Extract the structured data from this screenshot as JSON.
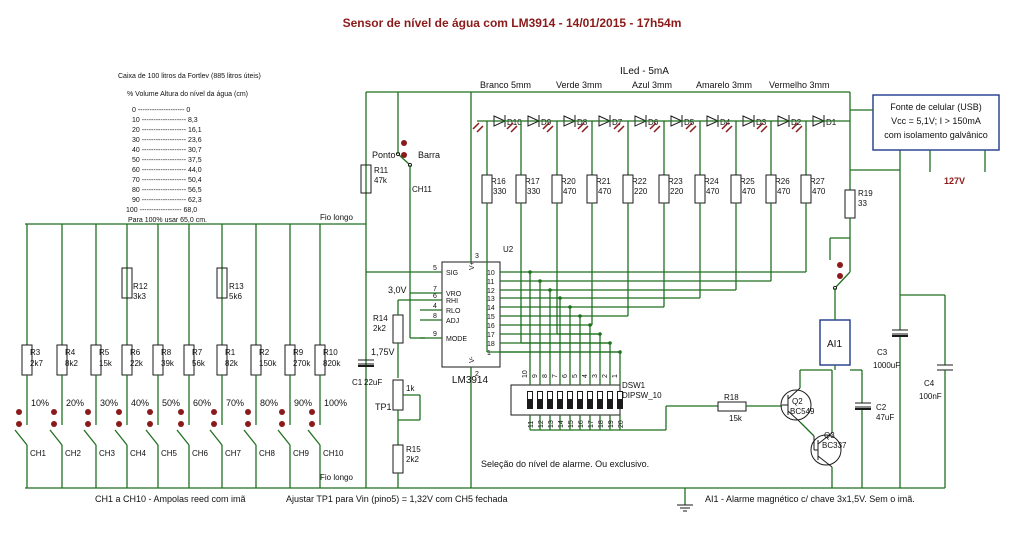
{
  "title": "Sensor de nível de água com LM3914 - 14/01/2015 - 17h54m",
  "tank": {
    "caption": "Caixa de 100 litros da Fortlev (885 litros úteis)",
    "header": "% Volume     Altura do nível da água (cm)",
    "rows": [
      "0 -------------------- 0",
      "10 ------------------- 8,3",
      "20 ------------------- 16,1",
      "30 ------------------- 23,6",
      "40 ------------------- 30,7",
      "50 ------------------- 37,5",
      "60 ------------------- 44,0",
      "70 ------------------- 50,4",
      "80 ------------------- 56,5",
      "90 ------------------- 62,3",
      "100 ------------------ 68,0"
    ],
    "note": "Para 100% usar 65,0 cm."
  },
  "labels": {
    "iled": "ILed - 5mA",
    "branco": "Branco 5mm",
    "verde": "Verde 3mm",
    "azul": "Azul 3mm",
    "amarelo": "Amarelo 3mm",
    "vermelho": "Vermelho 3mm",
    "ponto": "Ponto",
    "barra": "Barra",
    "ch11": "CH11",
    "fio_longo_top": "Fio longo",
    "fio_longo_bottom": "Fio longo",
    "v30": "3,0V",
    "v175": "1,75V",
    "tp1": "TP1",
    "alarm_select": "Seleção do nível de alarme. Ou exclusivo.",
    "ch_note": "CH1 a CH10 - Ampolas reed com imã",
    "tp_note": "Ajustar TP1 para Vin (pino5) = 1,32V com CH5 fechada",
    "ai_note": "AI1 - Alarme magnético c/ chave 3x1,5V. Sem o imã.",
    "supply_l1": "Fonte de celular (USB)",
    "supply_l2": "Vcc = 5,1V; I > 150mA",
    "supply_l3": "com isolamento galvânico",
    "v127": "127V",
    "ai1": "AI1"
  },
  "ic": {
    "name": "LM3914",
    "ref": "U2",
    "pins_left": [
      {
        "num": "5",
        "name": "SIG"
      },
      {
        "num": "7",
        "name": "VRO"
      },
      {
        "num": "6",
        "name": "RHI"
      },
      {
        "num": "4",
        "name": "RLO"
      },
      {
        "num": "8",
        "name": "ADJ"
      },
      {
        "num": "9",
        "name": "MODE"
      }
    ],
    "pins_right": [
      "10",
      "11",
      "12",
      "13",
      "14",
      "15",
      "16",
      "17",
      "18",
      "1"
    ],
    "pin_vp": "V+",
    "pin_vm": "V-",
    "pin3": "3",
    "pin2": "2",
    "ext_pins": [
      "10",
      "9",
      "8",
      "7",
      "6",
      "5",
      "4",
      "3",
      "2",
      "1"
    ]
  },
  "dipsw": {
    "ref": "DSW1",
    "type": "DIPSW_10",
    "top": [
      "10",
      "9",
      "8",
      "7",
      "6",
      "5",
      "4",
      "3",
      "2",
      "1"
    ],
    "bottom": [
      "11",
      "12",
      "13",
      "14",
      "15",
      "16",
      "17",
      "18",
      "19",
      "20"
    ]
  },
  "leds": [
    "D10",
    "D9",
    "D8",
    "D7",
    "D6",
    "D5",
    "D4",
    "D3",
    "D2",
    "D1"
  ],
  "led_resistors": [
    {
      "ref": "R16",
      "value": "330"
    },
    {
      "ref": "R17",
      "value": "330"
    },
    {
      "ref": "R20",
      "value": "470"
    },
    {
      "ref": "R21",
      "value": "470"
    },
    {
      "ref": "R22",
      "value": "220"
    },
    {
      "ref": "R23",
      "value": "220"
    },
    {
      "ref": "R24",
      "value": "470"
    },
    {
      "ref": "R25",
      "value": "470"
    },
    {
      "ref": "R26",
      "value": "470"
    },
    {
      "ref": "R27",
      "value": "470"
    }
  ],
  "ladder": [
    {
      "ref": "R3",
      "value": "2k7",
      "pct": "10%",
      "ch": "CH1"
    },
    {
      "ref": "R4",
      "value": "8k2",
      "pct": "20%",
      "ch": "CH2"
    },
    {
      "ref": "R5",
      "value": "15k",
      "pct": "30%",
      "ch": "CH3"
    },
    {
      "ref": "R6",
      "value": "22k",
      "pct": "40%",
      "ch": "CH4"
    },
    {
      "ref": "R8",
      "value": "39k",
      "pct": "50%",
      "ch": "CH5"
    },
    {
      "ref": "R7",
      "value": "56k",
      "pct": "60%",
      "ch": "CH6"
    },
    {
      "ref": "R1",
      "value": "82k",
      "pct": "70%",
      "ch": "CH7"
    },
    {
      "ref": "R2",
      "value": "150k",
      "pct": "80%",
      "ch": "CH8"
    },
    {
      "ref": "R9",
      "value": "270k",
      "pct": "90%",
      "ch": "CH9"
    },
    {
      "ref": "R10",
      "value": "820k",
      "pct": "100%",
      "ch": "CH10"
    }
  ],
  "parts": {
    "r12": {
      "ref": "R12",
      "value": "3k3"
    },
    "r13": {
      "ref": "R13",
      "value": "5k6"
    },
    "r11": {
      "ref": "R11",
      "value": "47k"
    },
    "r14": {
      "ref": "R14",
      "value": "2k2"
    },
    "r15": {
      "ref": "R15",
      "value": "2k2"
    },
    "tp1": {
      "value": "1k"
    },
    "c1": {
      "ref": "C1",
      "value": "22uF"
    },
    "r18": {
      "ref": "R18",
      "value": "15k"
    },
    "q2": {
      "ref": "Q2",
      "value": "BC549"
    },
    "q3": {
      "ref": "Q3",
      "value": "BC337"
    },
    "r19": {
      "ref": "R19",
      "value": "33"
    },
    "c2": {
      "ref": "C2",
      "value": "47uF"
    },
    "c3": {
      "ref": "C3",
      "value": "1000uF"
    },
    "c4": {
      "ref": "C4",
      "value": "100nF"
    }
  }
}
